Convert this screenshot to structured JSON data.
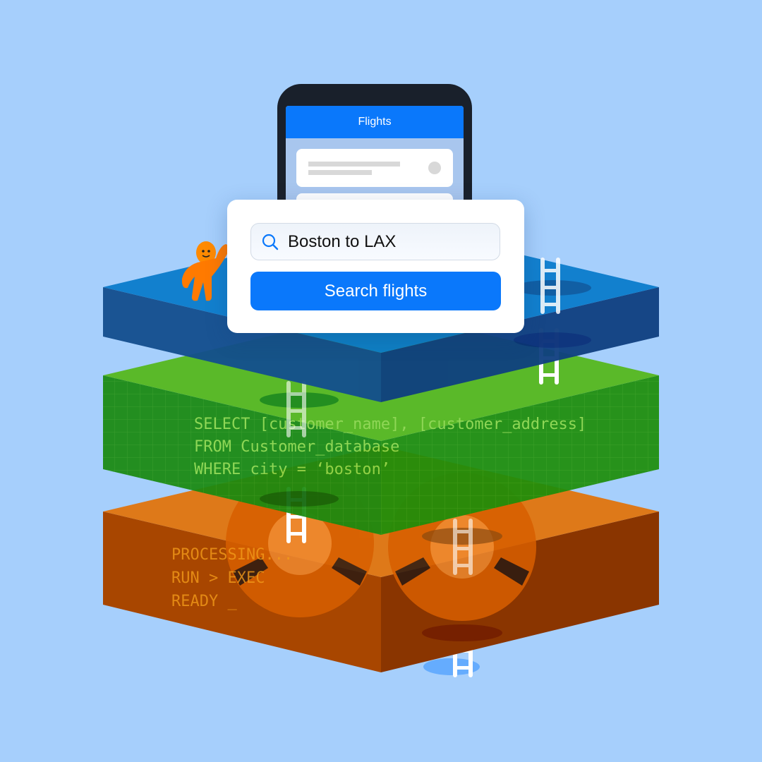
{
  "phone": {
    "header_title": "Flights"
  },
  "search_card": {
    "query": "Boston to LAX",
    "button_label": "Search flights"
  },
  "database_layer": {
    "code_lines": [
      "SELECT [customer_name], [customer_address]",
      "FROM Customer_database",
      "WHERE city = ‘boston’"
    ]
  },
  "processing_layer": {
    "code_lines": [
      "PROCESSING...",
      "RUN > EXEC",
      "READY _"
    ]
  },
  "colors": {
    "background": "#a6cffc",
    "accent": "#0a78fb",
    "blue_layer": "#1565c0",
    "green_layer": "#3fa31a",
    "orange_layer": "#c45400",
    "mascot": "#ff7a00"
  }
}
